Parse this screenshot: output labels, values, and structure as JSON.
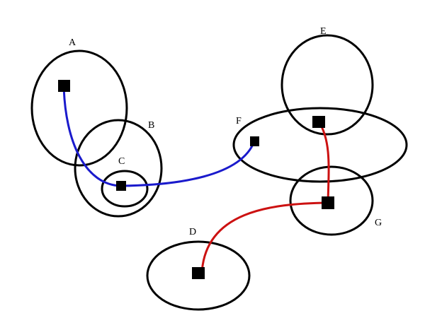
{
  "regions": [
    {
      "id": "A",
      "label": "A"
    },
    {
      "id": "B",
      "label": "B"
    },
    {
      "id": "C",
      "label": "C"
    },
    {
      "id": "D",
      "label": "D"
    },
    {
      "id": "E",
      "label": "E"
    },
    {
      "id": "F",
      "label": "F"
    },
    {
      "id": "G",
      "label": "G"
    }
  ],
  "paths": [
    {
      "name": "blue-path",
      "color": "#1a1acc",
      "through": [
        "A",
        "C",
        "F"
      ]
    },
    {
      "name": "red-path",
      "color": "#cc1111",
      "through": [
        "E",
        "G",
        "D"
      ]
    }
  ]
}
